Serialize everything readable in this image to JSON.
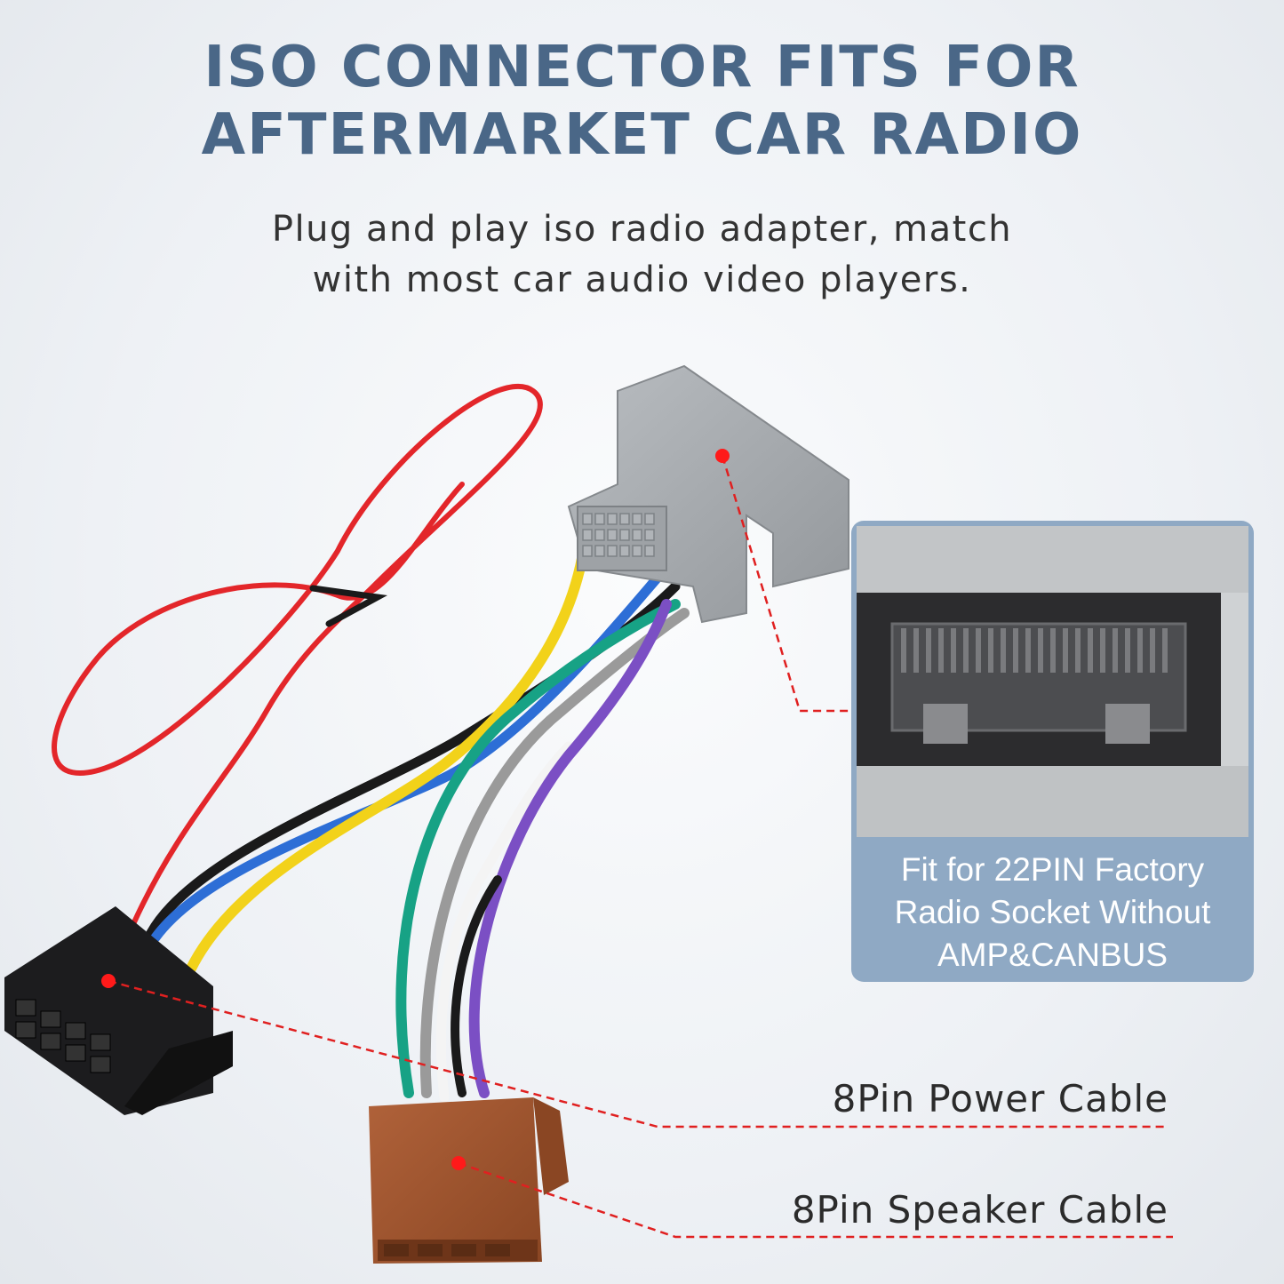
{
  "headline": {
    "line1": "ISO CONNECTOR FITS FOR",
    "line2": "AFTERMARKET CAR RADIO"
  },
  "subheadline": {
    "line1": "Plug and play iso radio adapter, match",
    "line2": "with most car audio video players."
  },
  "callout": {
    "line1": "Fit for  22PIN Factory",
    "line2": "Radio Socket Without",
    "line3": "AMP&CANBUS"
  },
  "labels": {
    "power_cable": "8Pin Power Cable",
    "speaker_cable": "8Pin Speaker Cable"
  },
  "colors": {
    "headline": "#4a6787",
    "callout_bg": "#8fa9c4",
    "leader_line": "#e02020",
    "marker_dot": "#ff1a1a",
    "wire_red": "#e3262a",
    "wire_yellow": "#f2d21a",
    "wire_black": "#1a1a1a",
    "wire_blue": "#2d6ed6",
    "wire_green": "#17a285",
    "wire_gray": "#9a9a9a",
    "wire_purple": "#7b4fc4",
    "wire_white": "#f4f4f4",
    "connector_gray": "#a8acb0",
    "connector_black": "#1c1c1e",
    "connector_brown": "#a0532c"
  }
}
